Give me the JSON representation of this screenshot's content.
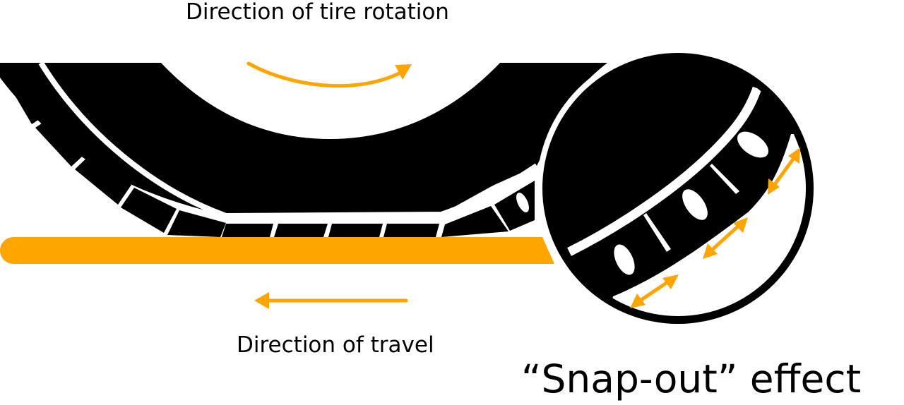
{
  "labels": {
    "rotation": "Direction of tire rotation",
    "travel": "Direction of travel",
    "snap_out": "“Snap-out” effect"
  },
  "colors": {
    "accent_orange": "#FFA500",
    "tire_black": "#000000",
    "background": "#FFFFFF"
  },
  "icons": {
    "rotation_arrow": "curved-arrow-right",
    "travel_arrow": "arrow-left",
    "expansion_arrows": "double-headed-arrow"
  }
}
